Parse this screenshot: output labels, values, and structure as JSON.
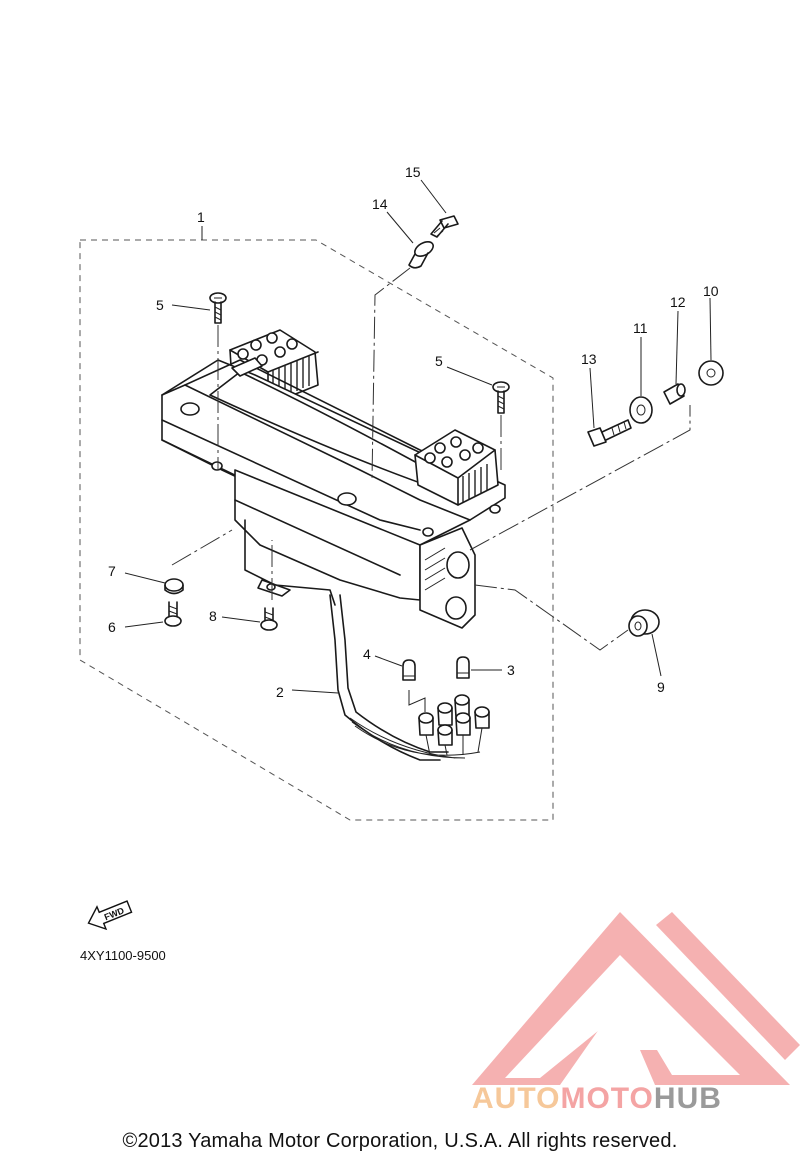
{
  "diagram": {
    "code": "4XY1100-9500",
    "fwd_label": "FWD",
    "callouts": [
      "1",
      "2",
      "3",
      "4",
      "5",
      "5",
      "6",
      "7",
      "8",
      "9",
      "10",
      "11",
      "12",
      "13",
      "14",
      "15"
    ]
  },
  "watermark": {
    "brand_part1": "AUTO",
    "brand_part2": "MOTO",
    "brand_part3": "HUB",
    "colors": {
      "part1": "#f6c89a",
      "part2": "#f4a4a4",
      "part3": "#9a9a9a",
      "logo": "#f4a4a4"
    }
  },
  "footer": {
    "copyright": "©2013 Yamaha Motor Corporation, U.S.A. All rights reserved."
  }
}
